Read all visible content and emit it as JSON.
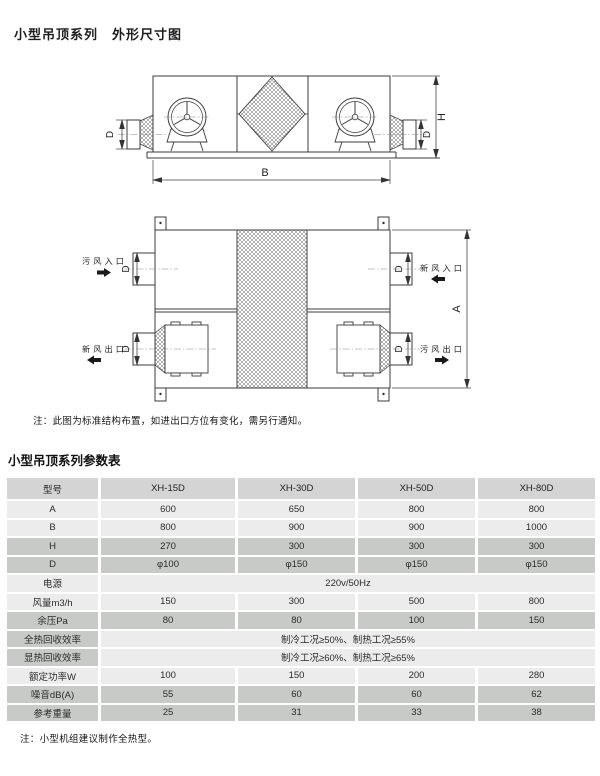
{
  "page": {
    "title": "小型吊顶系列　外形尺寸图",
    "diagram_note": "注：此图为标准结构布置，如进出口方位有变化，需另行通知。",
    "table_title": "小型吊顶系列参数表",
    "table_note": "注：小型机组建议制作全热型。"
  },
  "diagram": {
    "dims": {
      "A": "A",
      "B": "B",
      "H": "H",
      "D": "D"
    },
    "ports": {
      "dirty_in": "污风入口",
      "fresh_in": "新风入口",
      "fresh_out": "新风出口",
      "dirty_out": "污风出口"
    }
  },
  "colors": {
    "header_row": "#d3d4d3",
    "row_light": "#ececec",
    "row_dark": "#c7cac7"
  },
  "table": {
    "columns": [
      "型号",
      "XH-15D",
      "XH-30D",
      "XH-50D",
      "XH-80D"
    ],
    "rows": [
      {
        "label": "A",
        "values": [
          "600",
          "650",
          "800",
          "800"
        ]
      },
      {
        "label": "B",
        "values": [
          "800",
          "900",
          "900",
          "1000"
        ]
      },
      {
        "label": "H",
        "values": [
          "270",
          "300",
          "300",
          "300"
        ]
      },
      {
        "label": "D",
        "values": [
          "φ100",
          "φ150",
          "φ150",
          "φ150"
        ]
      },
      {
        "label": "电源",
        "span": "220v/50Hz"
      },
      {
        "label": "风量m3/h",
        "values": [
          "150",
          "300",
          "500",
          "800"
        ]
      },
      {
        "label": "余压Pa",
        "values": [
          "80",
          "80",
          "100",
          "150"
        ]
      },
      {
        "label": "全热回收效率",
        "span": "制冷工况≥50%、制热工况≥55%"
      },
      {
        "label": "显热回收效率",
        "span": "制冷工况≥60%、制热工况≥65%"
      },
      {
        "label": "额定功率W",
        "values": [
          "100",
          "150",
          "200",
          "280"
        ]
      },
      {
        "label": "噪音dB(A)",
        "values": [
          "55",
          "60",
          "60",
          "62"
        ]
      },
      {
        "label": "参考重量",
        "values": [
          "25",
          "31",
          "33",
          "38"
        ]
      }
    ]
  }
}
